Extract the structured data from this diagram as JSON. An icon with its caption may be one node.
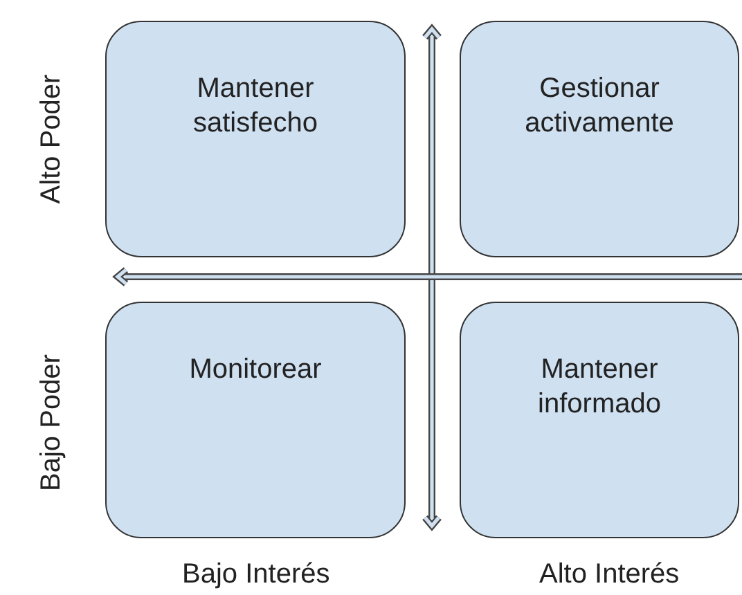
{
  "diagram": {
    "nodes": [
      {
        "text": [
          "Mantener satisfecho"
        ]
      },
      {
        "text": [
          "Gestionar activamente"
        ]
      },
      {
        "text": [
          "Monitorear"
        ]
      },
      {
        "text": [
          "Mantener informado"
        ]
      }
    ],
    "labels": [
      "Alto Poder",
      "Bajo Poder",
      "Bajo Interés",
      "Alto Interés"
    ]
  }
}
